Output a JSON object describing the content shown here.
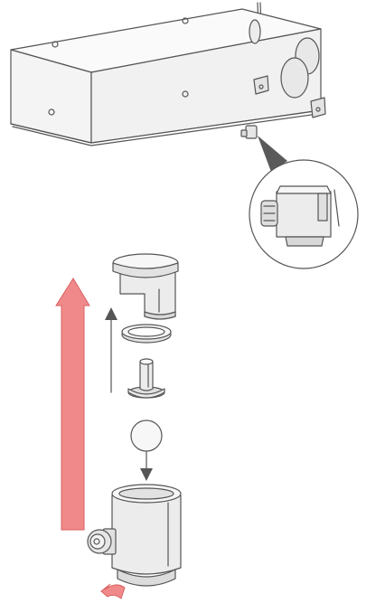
{
  "figure": {
    "kind": "installation-diagram",
    "subject": "ventilation-unit-condensate-drain-assembly",
    "parts": [
      "ventilation-unit",
      "drain-connector",
      "detail-magnifier",
      "drain-cap",
      "sealing-ring",
      "drain-stem",
      "float-ball",
      "drain-housing",
      "cable-gland"
    ],
    "colors": {
      "outline": "#555555",
      "cabinet_fill": "#f4f4f4",
      "part_fill": "#ececec",
      "shadow_fill": "#d6d6d6",
      "highlight_arrow": "#f08a8a",
      "highlight_arrow_stroke": "#d95f5f",
      "pointer_arrow": "#555555"
    },
    "arrows": {
      "lift_direction": "up",
      "small_arrow_direction": "up",
      "ball_arrow_direction": "down",
      "rotation_marker": "clockwise"
    }
  }
}
